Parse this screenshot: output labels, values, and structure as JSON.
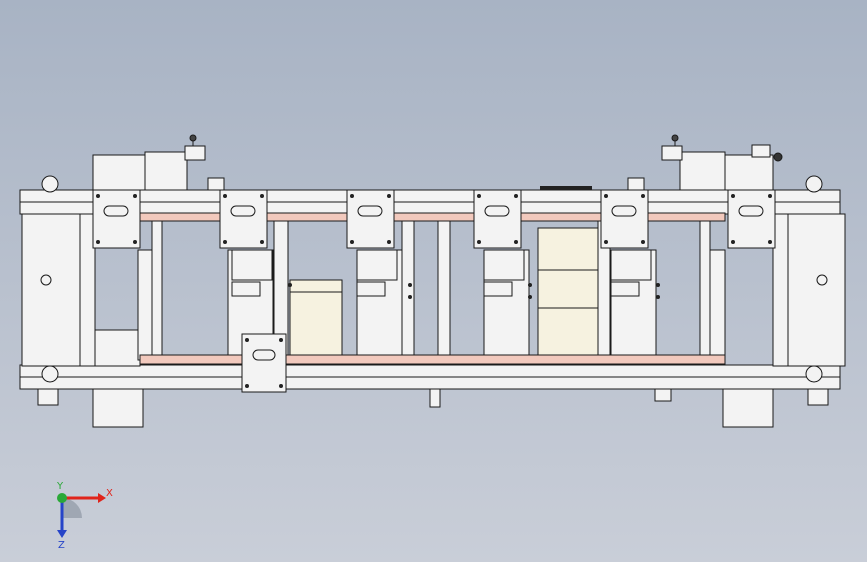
{
  "viewport": {
    "background_top": "#a8b3c4",
    "background_bottom": "#c9ced8"
  },
  "model": {
    "part_fill": "#f3f3f3",
    "line_color": "#1a1a1a",
    "rail_color": "#f2c9bd",
    "motor_fill": "#f6f2e0"
  },
  "triad": {
    "x_label": "X",
    "y_label": "Y",
    "z_label": "Z",
    "x_color": "#e0241b",
    "y_color": "#2aa838",
    "z_color": "#2644c8"
  }
}
